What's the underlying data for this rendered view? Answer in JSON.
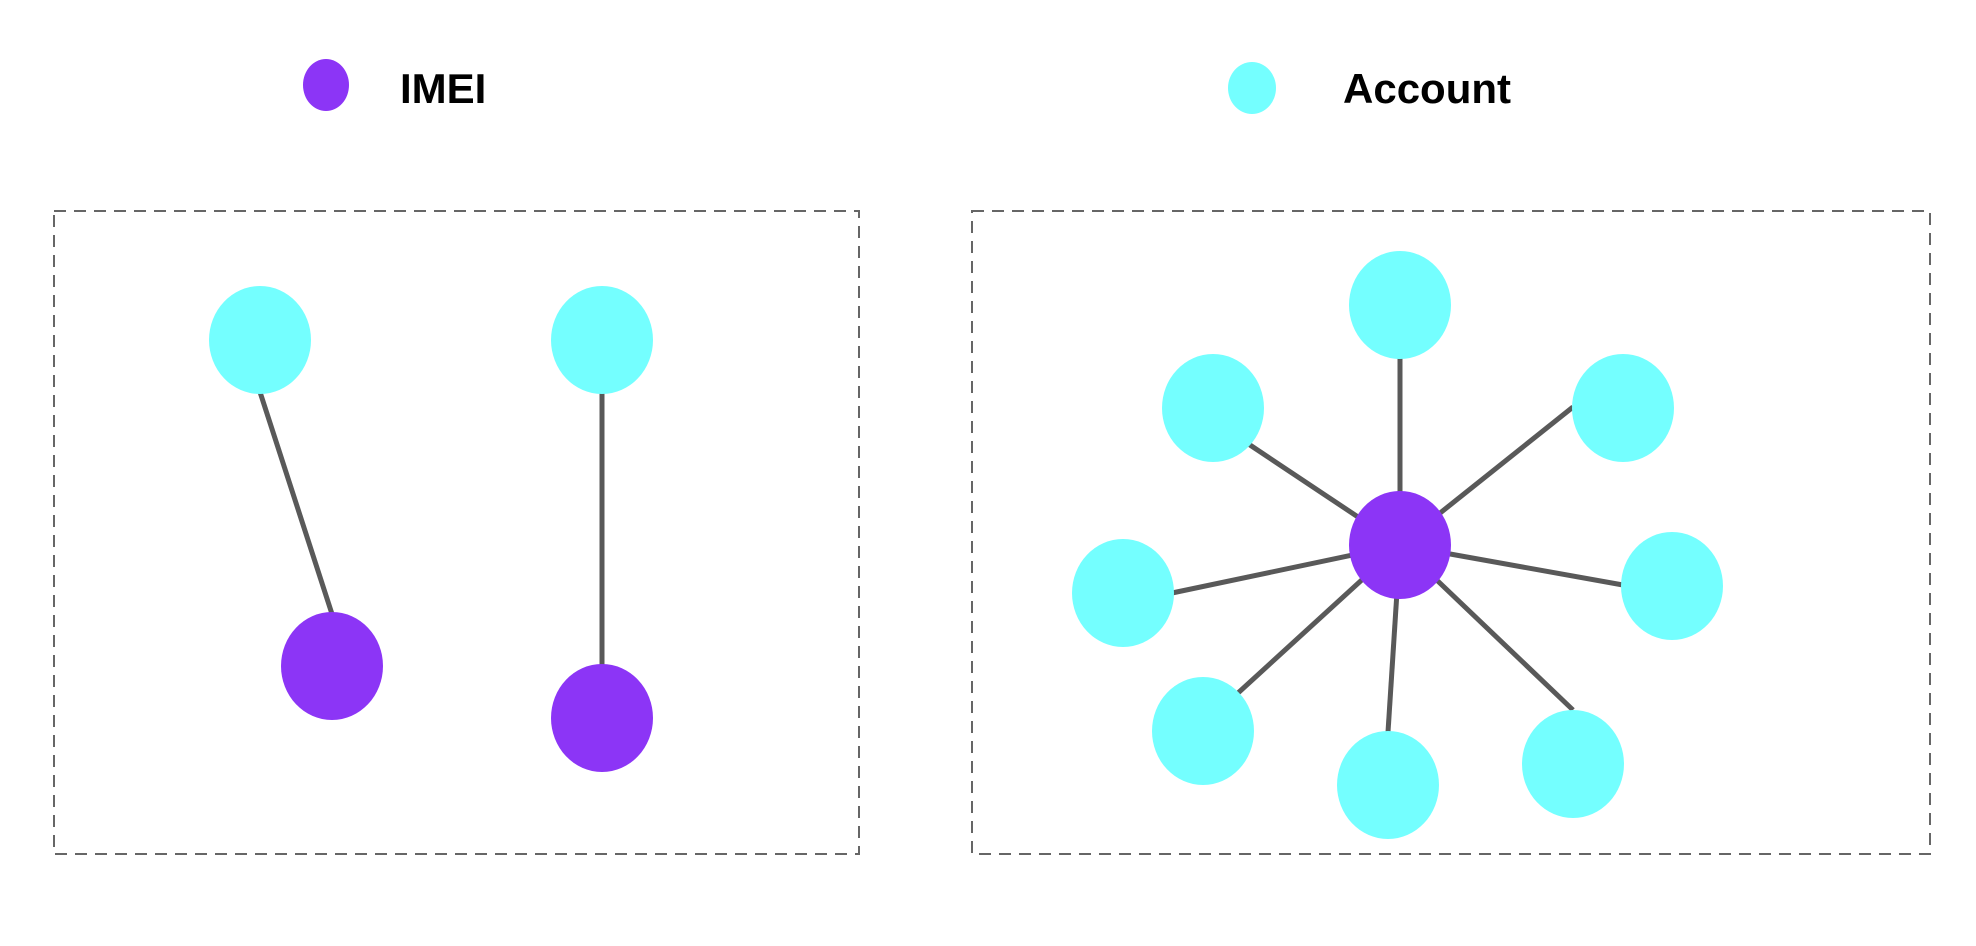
{
  "legend": [
    {
      "label": "IMEI",
      "color": "#8c35f6",
      "icon": "circle"
    },
    {
      "label": "Account",
      "color": "#74ffff",
      "icon": "circle"
    }
  ],
  "colors": {
    "imei": "#8c35f6",
    "account": "#74ffff",
    "edge": "#595959",
    "frame": "#666666",
    "background": "#ffffff"
  },
  "groups": [
    {
      "name": "left",
      "pairs": [
        {
          "account": 1,
          "imei": 1
        },
        {
          "account": 1,
          "imei": 1
        }
      ]
    },
    {
      "name": "right",
      "center": "IMEI",
      "accounts_linked": 8
    }
  ]
}
